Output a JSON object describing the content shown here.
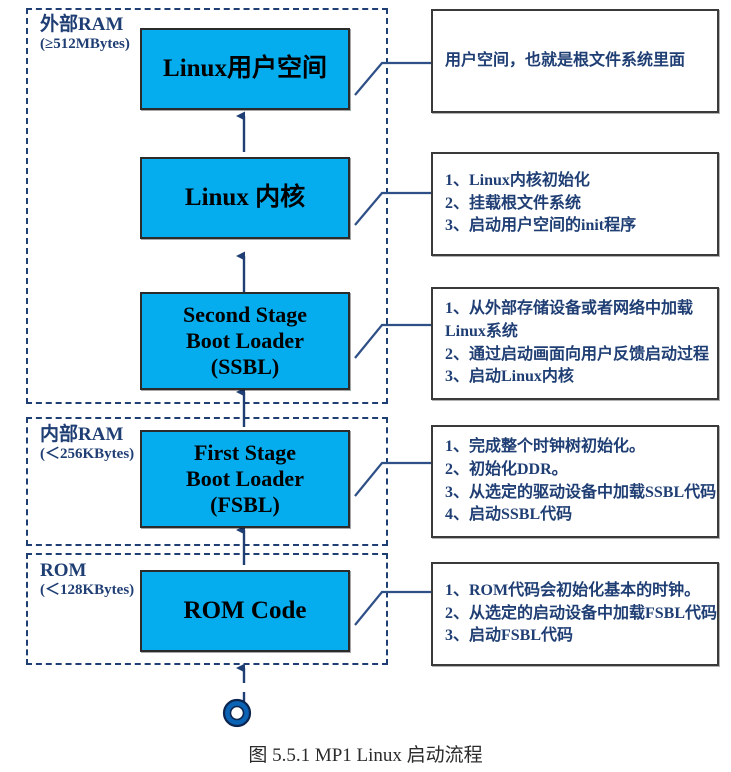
{
  "figure": {
    "caption": "图 5.5.1 MP1 Linux 启动流程"
  },
  "regions": [
    {
      "name": "external-ram",
      "title": "外部RAM",
      "subtitle": "(≥512MBytes)"
    },
    {
      "name": "internal-ram",
      "title": "内部RAM",
      "subtitle": "(＜256KBytes)"
    },
    {
      "name": "rom",
      "title": "ROM",
      "subtitle": "(＜128KBytes)"
    }
  ],
  "stages": [
    {
      "name": "linux-user-space",
      "lines": [
        "Linux用户空间"
      ]
    },
    {
      "name": "linux-kernel",
      "lines": [
        "Linux 内核"
      ]
    },
    {
      "name": "second-stage-boot-loader",
      "lines": [
        "Second Stage",
        "Boot Loader",
        "(SSBL)"
      ]
    },
    {
      "name": "first-stage-boot-loader",
      "lines": [
        "First Stage",
        "Boot Loader",
        "(FSBL)"
      ]
    },
    {
      "name": "rom-code",
      "lines": [
        "ROM Code"
      ]
    }
  ],
  "notes": [
    {
      "name": "note-user-space",
      "lines": [
        "用户空间，也就是根文件系统里面"
      ]
    },
    {
      "name": "note-kernel",
      "lines": [
        "1、Linux内核初始化",
        "2、挂载根文件系统",
        "3、启动用户空间的init程序"
      ]
    },
    {
      "name": "note-ssbl",
      "lines": [
        "1、从外部存储设备或者网络中加载",
        "Linux系统",
        "2、通过启动画面向用户反馈启动过程",
        "3、启动Linux内核"
      ]
    },
    {
      "name": "note-fsbl",
      "lines": [
        "1、完成整个时钟树初始化。",
        "2、初始化DDR。",
        "3、从选定的驱动设备中加载SSBL代码",
        "4、启动SSBL代码"
      ]
    },
    {
      "name": "note-rom-code",
      "lines": [
        "1、ROM代码会初始化基本的时钟。",
        "2、从选定的启动设备中加载FSBL代码",
        "3、启动FSBL代码"
      ]
    }
  ],
  "colors": {
    "stage_fill": "#05ADEE",
    "region_border": "#1F3E74",
    "arrow": "#1F3E74",
    "note_text": "#1F3E74",
    "start_node_ring": "#0B63B5"
  },
  "start_node": {
    "name": "boot-start-node"
  }
}
